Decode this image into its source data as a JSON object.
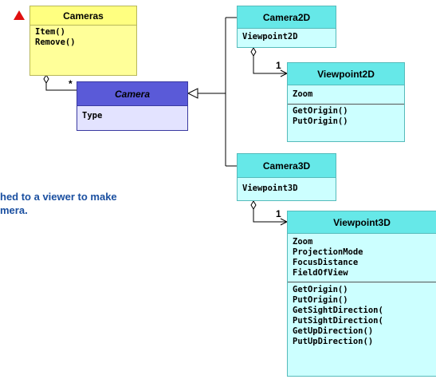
{
  "classes": {
    "cameras": {
      "name": "Cameras",
      "methods": [
        "Item()",
        "Remove()"
      ]
    },
    "camera": {
      "name": "Camera",
      "attributes": [
        "Type"
      ]
    },
    "camera2d": {
      "name": "Camera2D",
      "attributes": [
        "Viewpoint2D"
      ]
    },
    "viewpoint2d": {
      "name": "Viewpoint2D",
      "attributes": [
        "Zoom"
      ],
      "methods": [
        "GetOrigin()",
        "PutOrigin()"
      ]
    },
    "camera3d": {
      "name": "Camera3D",
      "attributes": [
        "Viewpoint3D"
      ]
    },
    "viewpoint3d": {
      "name": "Viewpoint3D",
      "attributes": [
        "Zoom",
        "ProjectionMode",
        "FocusDistance",
        "FieldOfView"
      ],
      "methods": [
        "GetOrigin()",
        "PutOrigin()",
        "GetSightDirection(",
        "PutSightDirection(",
        "GetUpDirection()",
        "PutUpDirection()"
      ]
    }
  },
  "multiplicities": {
    "cameras_to_camera": "*",
    "camera2d_to_viewpoint2d": "1",
    "camera3d_to_viewpoint3d": "1"
  },
  "note": {
    "line1": "hed to a viewer to make",
    "line2": "mera."
  },
  "colors": {
    "note_text": "#1a4fa0",
    "warning": "#e01010"
  },
  "icons": {
    "warning": "warning-triangle-icon"
  }
}
